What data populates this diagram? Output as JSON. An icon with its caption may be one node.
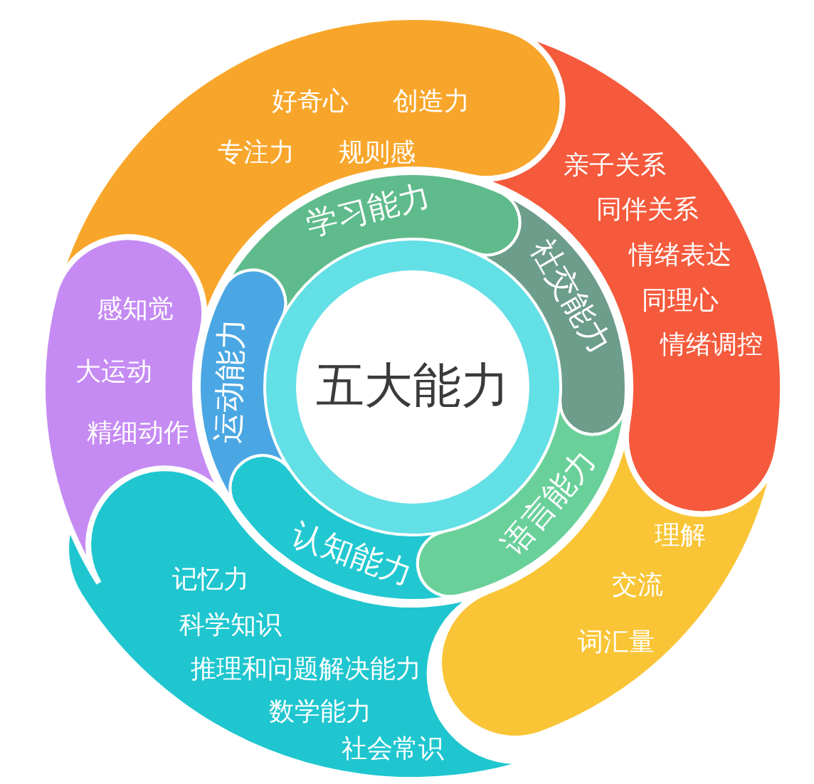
{
  "diagram": {
    "nodes": [
      {
        "text": [
          "五大能力"
        ]
      },
      {
        "text": [
          "学习能力"
        ]
      },
      {
        "text": [
          "社交能力"
        ]
      },
      {
        "text": [
          "语言能力"
        ]
      },
      {
        "text": [
          "认知能力"
        ]
      },
      {
        "text": [
          "运动能力"
        ]
      },
      {
        "text": [
          "好奇心",
          "创造力",
          "专注力",
          "规则感"
        ]
      },
      {
        "text": [
          "亲子关系",
          "同伴关系",
          "情绪表达",
          "同理心",
          "情绪调控"
        ]
      },
      {
        "text": [
          "理解",
          "交流",
          "词汇量"
        ]
      },
      {
        "text": [
          "记忆力",
          "科学知识",
          "推理和问题解决能力",
          "数学能力",
          "社会常识"
        ]
      },
      {
        "text": [
          "感知觉",
          "大运动",
          "精细动作"
        ]
      }
    ]
  }
}
